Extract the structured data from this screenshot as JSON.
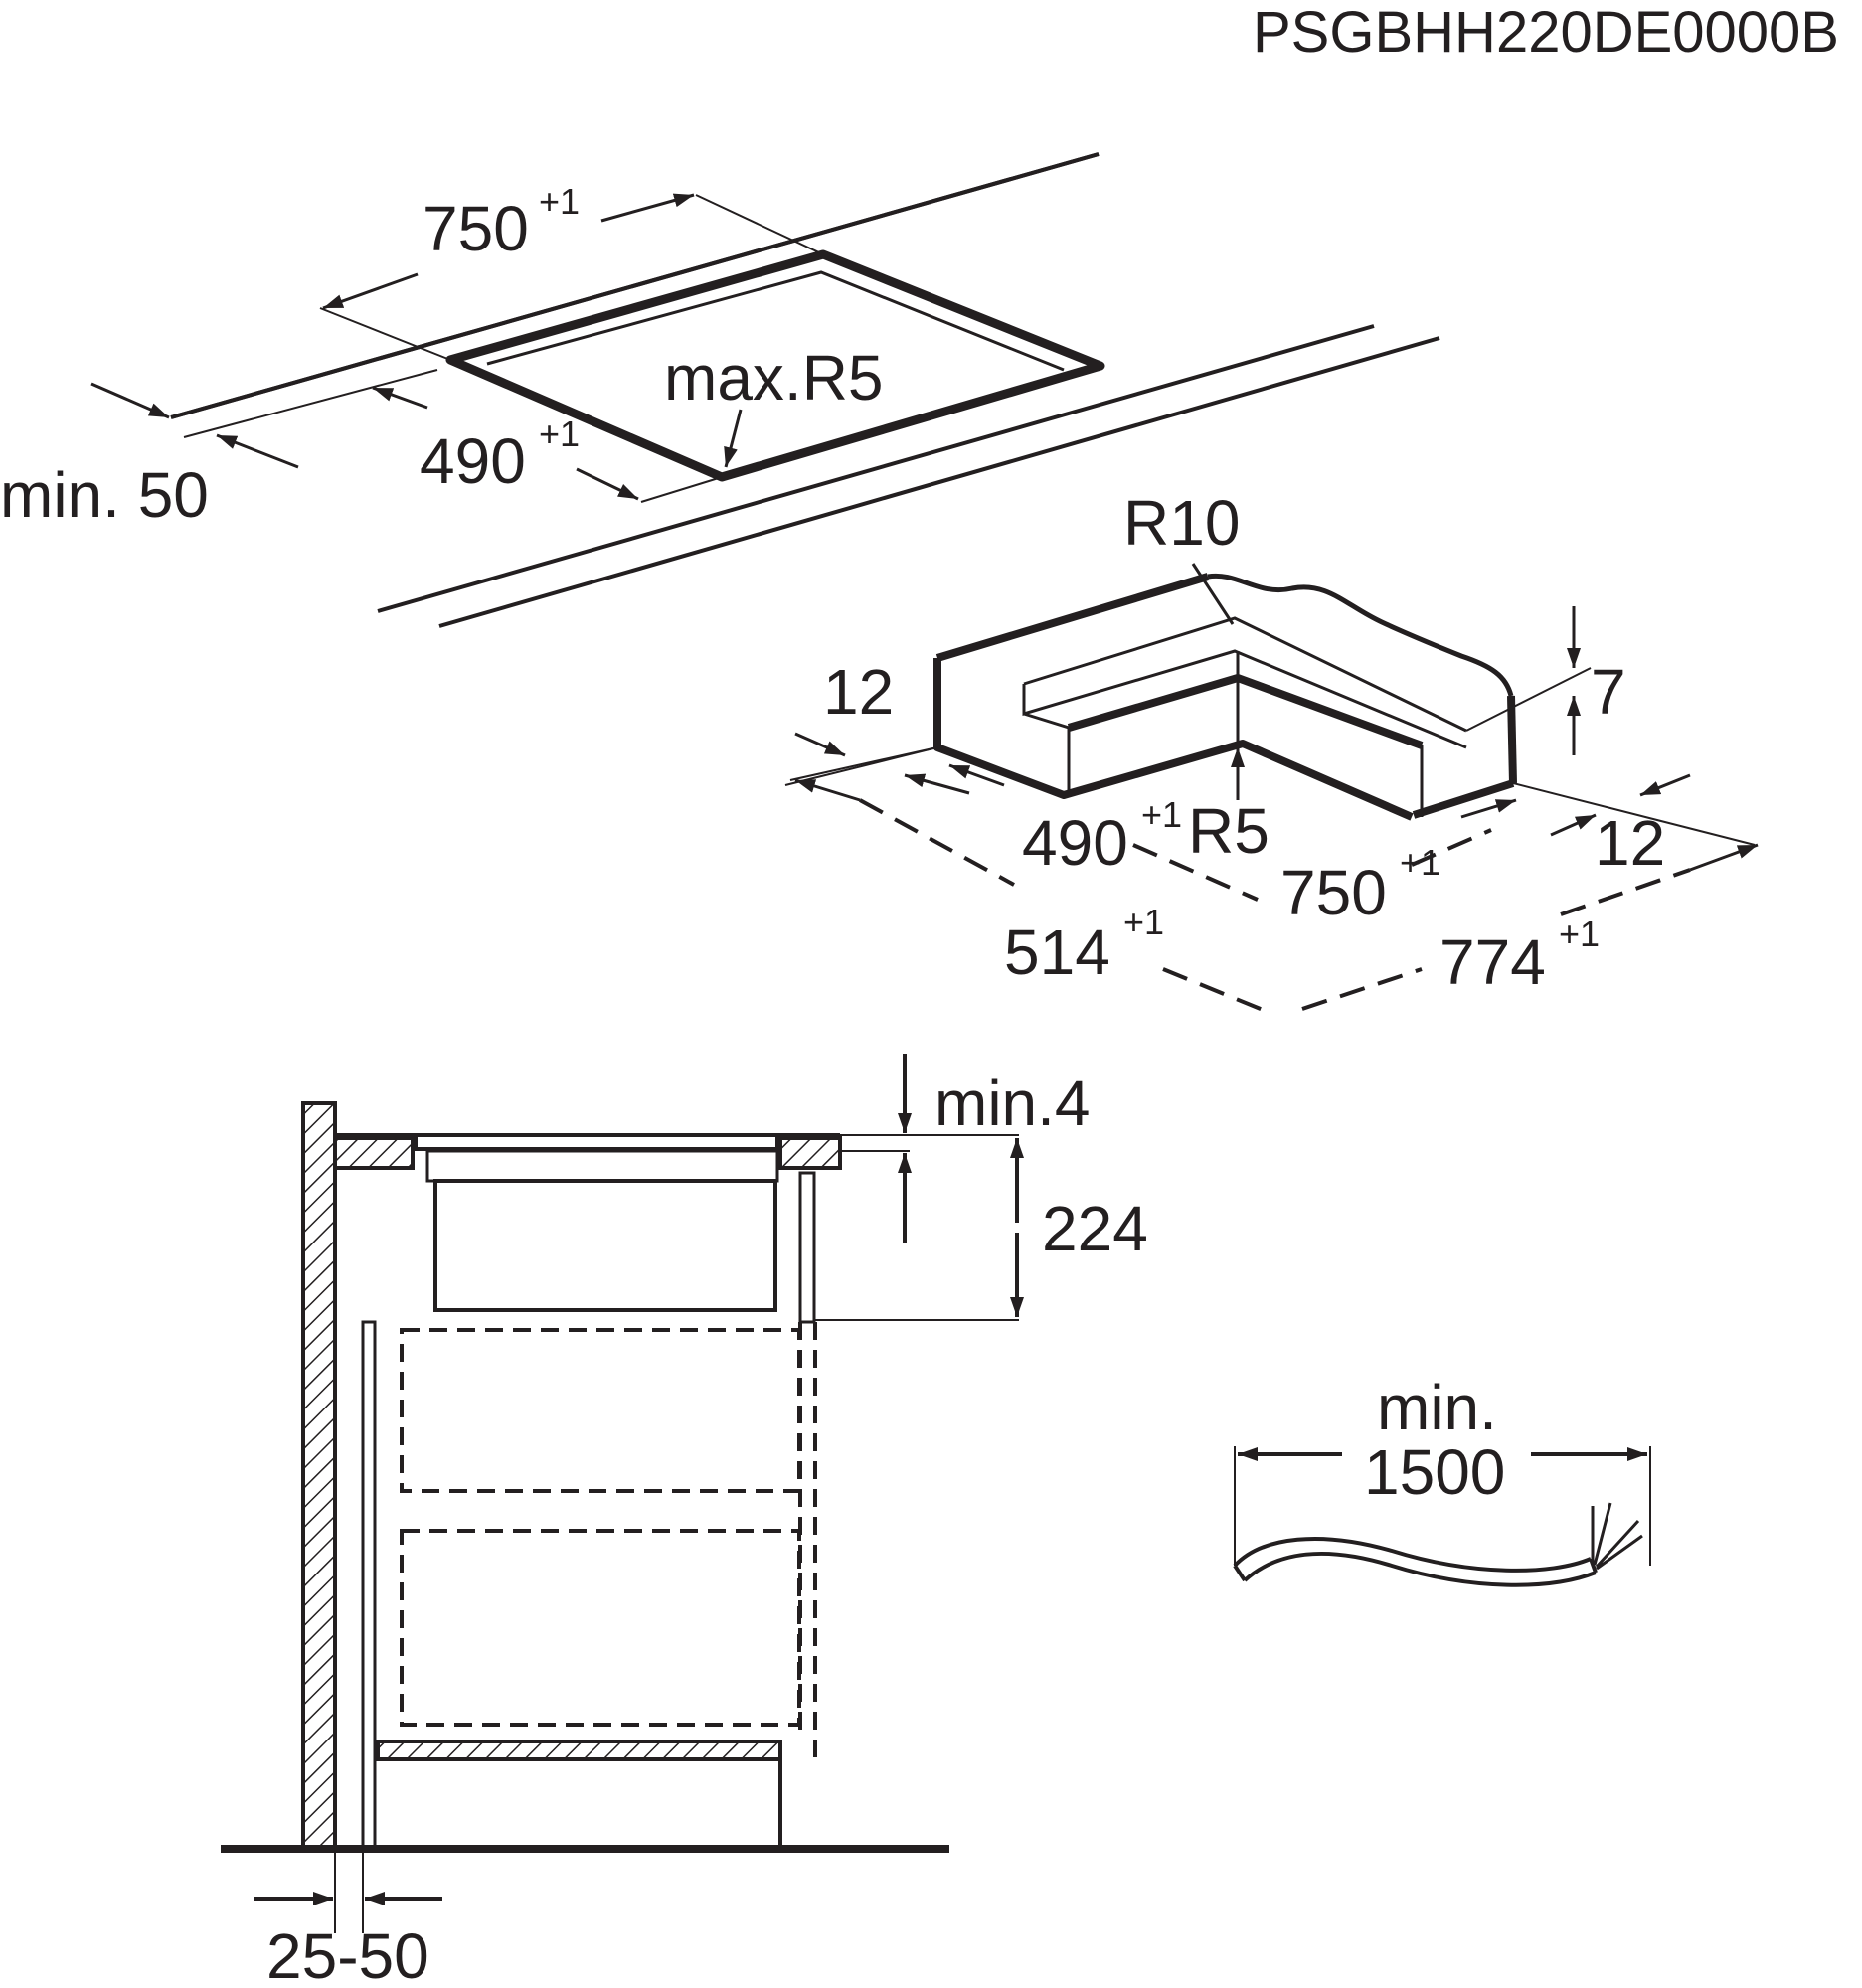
{
  "document_code": "PSGBHH220DE0000B",
  "colors": {
    "ink": "#231f20",
    "paper": "#ffffff",
    "hatch": "#231f20"
  },
  "top_view": {
    "cutout_width": "750",
    "cutout_width_tol": "+1",
    "cutout_depth": "490",
    "cutout_depth_tol": "+1",
    "corner_radius": "max.R5",
    "edge_distance": "min. 50"
  },
  "flush_view": {
    "outer_radius": "R10",
    "rebate_depth": "7",
    "rebate_width_left": "12",
    "rebate_width_right": "12",
    "inner_depth": "490",
    "inner_depth_tol": "+1",
    "inner_radius": "R5",
    "inner_width": "750",
    "inner_width_tol": "+1",
    "outer_depth": "514",
    "outer_depth_tol": "+1",
    "outer_width": "774",
    "outer_width_tol": "+1"
  },
  "section_view": {
    "top_gap": "min.4",
    "appliance_height": "224",
    "wall_gap": "25-50"
  },
  "cable": {
    "length_label": "min.",
    "length_value": "1500"
  }
}
